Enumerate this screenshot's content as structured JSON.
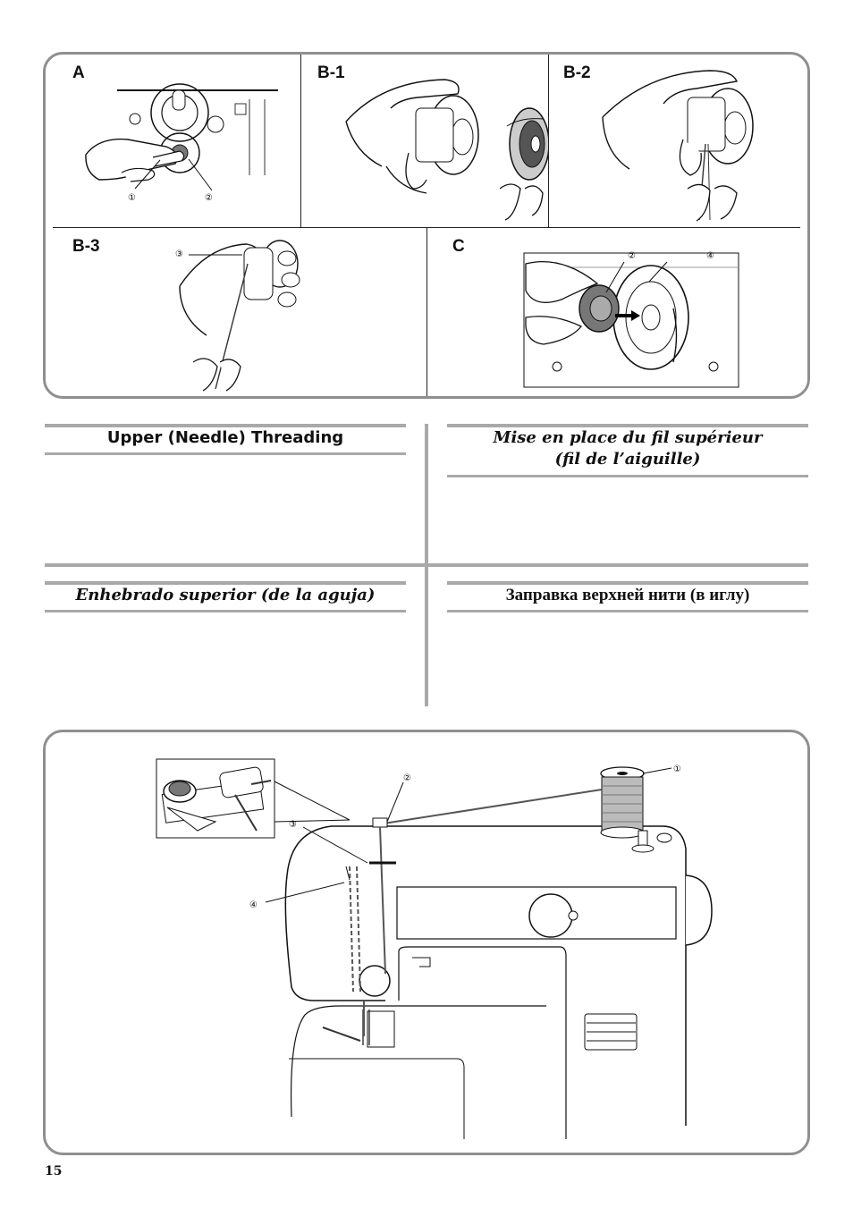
{
  "figures": {
    "top": {
      "panels": [
        {
          "id": "A",
          "label": "A",
          "callouts": [
            "①",
            "②"
          ]
        },
        {
          "id": "B1",
          "label": "B-1",
          "callouts": []
        },
        {
          "id": "B2",
          "label": "B-2",
          "callouts": []
        },
        {
          "id": "B3",
          "label": "B-3",
          "callouts": [
            "③"
          ]
        },
        {
          "id": "C",
          "label": "C",
          "callouts": [
            "②",
            "④"
          ]
        }
      ]
    },
    "bottom": {
      "callouts": [
        "①",
        "②",
        "③",
        "④"
      ]
    }
  },
  "sections": {
    "en": {
      "title": "Upper (Needle) Threading"
    },
    "fr": {
      "title_line1": "Mise en place du fil supérieur",
      "title_line2": "(fil de l’aiguille)"
    },
    "es": {
      "title": "Enhebrado superior (de la aguja)"
    },
    "ru": {
      "title": "Заправка верхней нити (в иглу)"
    }
  },
  "page_number": "15"
}
